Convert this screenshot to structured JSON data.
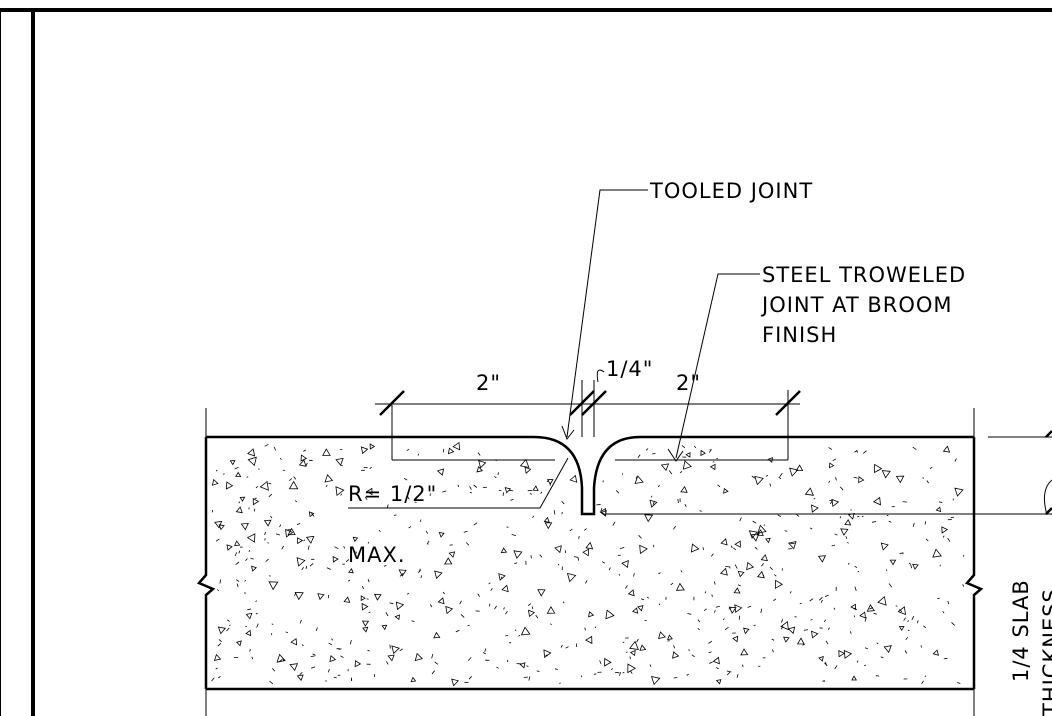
{
  "labels": {
    "tooled_joint": "TOOLED JOINT",
    "steel_troweled_1": "STEEL TROWELED",
    "steel_troweled_2": "JOINT AT BROOM",
    "steel_troweled_3": "FINISH",
    "dim_joint_width": "1/4\"",
    "dim_left": "2\"",
    "dim_right": "2\"",
    "radius": "R= 1/2\"",
    "radius_max": "MAX.",
    "slab_1": "1/4 SLAB",
    "slab_2": "THICKNESS"
  },
  "colors": {
    "line": "#000000",
    "background": "#ffffff"
  }
}
